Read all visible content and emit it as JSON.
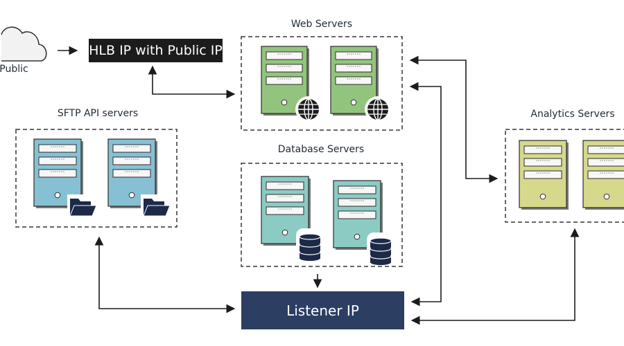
{
  "nodes": {
    "public": "Public",
    "hlb": "HLB IP with Public IP",
    "web": "Web Servers",
    "sftp": "SFTP API servers",
    "db": "Database Servers",
    "analytics": "Analytics Servers",
    "listener": "Listener IP"
  },
  "colors": {
    "web_server": "#93c47d",
    "sftp_server": "#87c0d2",
    "db_server": "#8bcbc4",
    "analytics_server": "#d6d88c",
    "listener_box": "#2d3e63",
    "hlb_box": "#1c1c1c"
  },
  "icons": {
    "web": "globe-icon",
    "sftp": "folder-icon",
    "db": "database-icon"
  }
}
